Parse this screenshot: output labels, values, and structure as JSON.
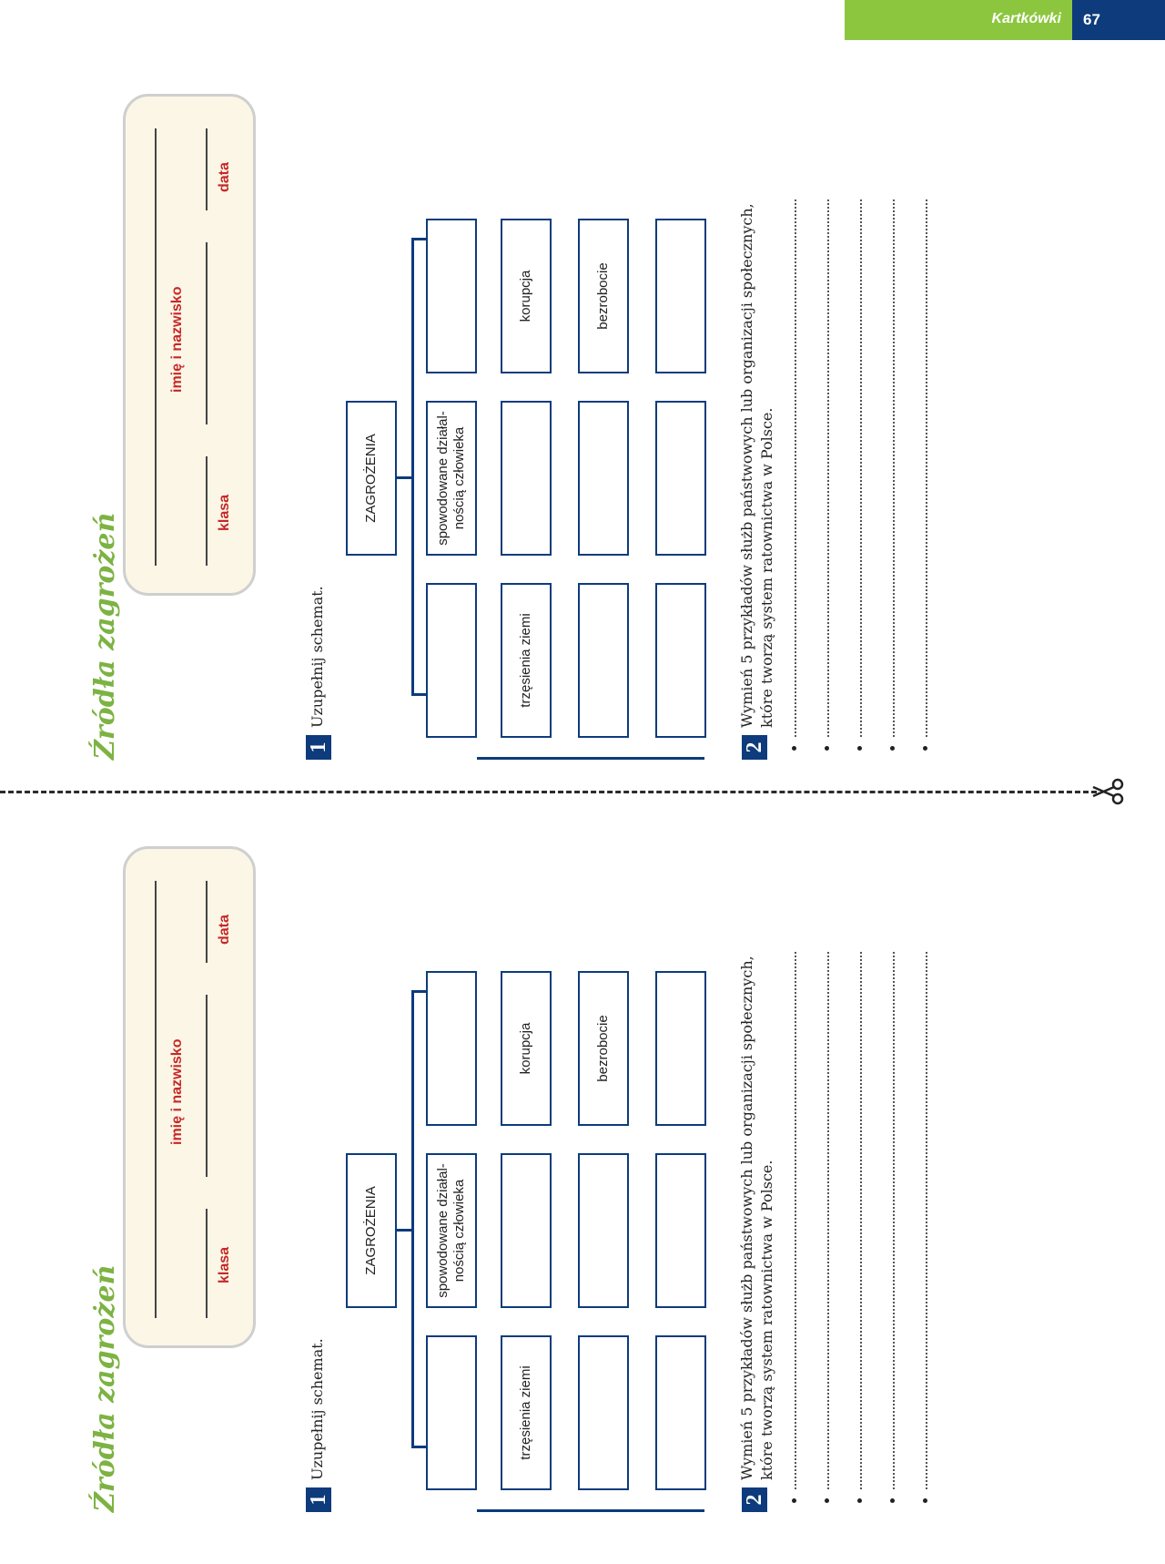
{
  "header": {
    "section_label": "Kartkówki",
    "page_number": "67"
  },
  "card": {
    "title": "Źródła zagrożeń",
    "labels": {
      "class": "klasa",
      "name": "imię i nazwisko",
      "date": "data"
    },
    "task1": {
      "number": "1",
      "instruction": "Uzupełnij schemat.",
      "root": "ZAGROŻENIA",
      "middle_branch_line1": "spowodowane działal-",
      "middle_branch_line2": "nością człowieka",
      "left_leaf": "trzęsienia ziemi",
      "right_leaf_1": "korupcja",
      "right_leaf_2": "bezrobocie"
    },
    "task2": {
      "number": "2",
      "instruction_line1": "Wymień 5 przykładów służb państwowych lub organizacji społecznych,",
      "instruction_line2": "które tworzą system ratownictwa w Polsce."
    }
  },
  "colors": {
    "accent_green": "#8cc63f",
    "accent_blue": "#0d3b7c",
    "label_red": "#c62828"
  }
}
